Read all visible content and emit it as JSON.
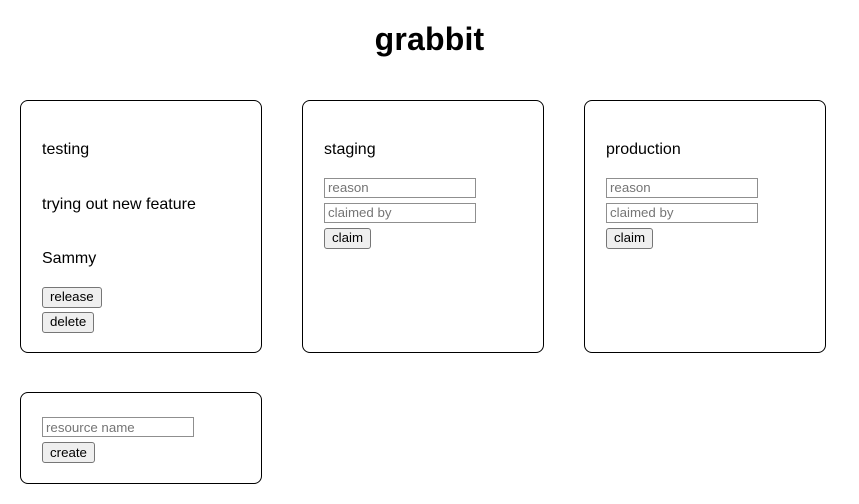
{
  "page_title": "grabbit",
  "resources": [
    {
      "name": "testing",
      "status": "claimed",
      "reason": "trying out new feature",
      "claimed_by": "Sammy",
      "release_label": "release",
      "delete_label": "delete"
    },
    {
      "name": "staging",
      "status": "available",
      "reason_placeholder": "reason",
      "claimed_by_placeholder": "claimed by",
      "claim_label": "claim"
    },
    {
      "name": "production",
      "status": "available",
      "reason_placeholder": "reason",
      "claimed_by_placeholder": "claimed by",
      "claim_label": "claim"
    }
  ],
  "create_card": {
    "name_placeholder": "resource name",
    "create_label": "create"
  },
  "colors": {
    "card_border": "#000000",
    "button_background": "#efefef",
    "button_border": "#767676",
    "input_border": "#8f8f8f",
    "placeholder_text": "#757575",
    "text": "#000000",
    "background": "#ffffff"
  }
}
